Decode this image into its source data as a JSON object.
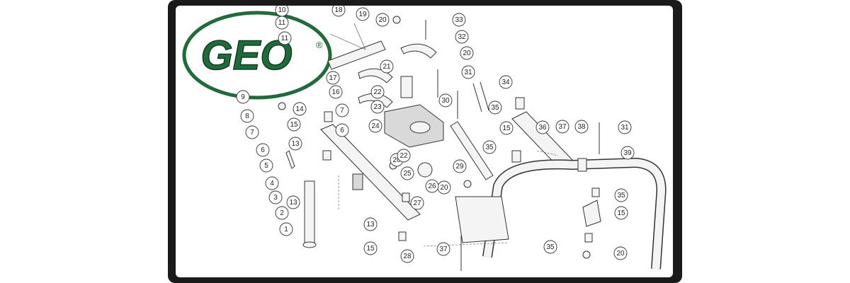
{
  "brand": {
    "logo_text": "GEO",
    "registered_mark": "®",
    "logo_color": "#1f6b3a"
  },
  "callouts": [
    "10",
    "18",
    "19",
    "20",
    "33",
    "11",
    "32",
    "11",
    "20",
    "21",
    "31",
    "17",
    "22",
    "34",
    "9",
    "16",
    "30",
    "7",
    "23",
    "35",
    "8",
    "14",
    "24",
    "15",
    "37",
    "38",
    "31",
    "7",
    "15",
    "6",
    "36",
    "35",
    "6",
    "13",
    "20",
    "22",
    "5",
    "25",
    "39",
    "29",
    "4",
    "20",
    "3",
    "26",
    "13",
    "27",
    "35",
    "2",
    "15",
    "1",
    "13",
    "15",
    "28",
    "37",
    "35",
    "20"
  ]
}
